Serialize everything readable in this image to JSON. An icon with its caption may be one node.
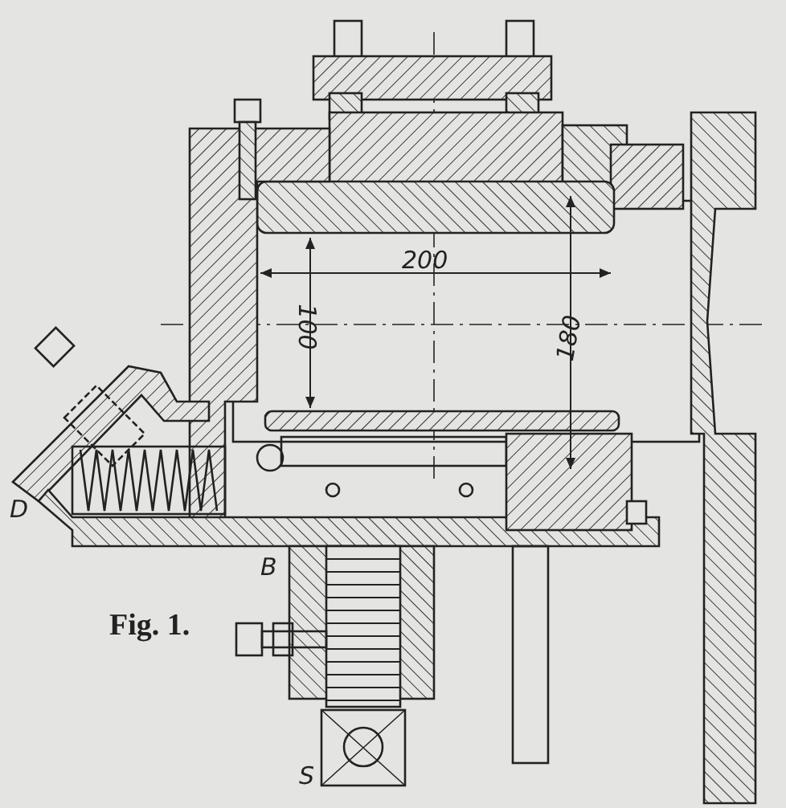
{
  "diagram": {
    "caption": "Fig. 1.",
    "labels": [
      "200",
      "100",
      "180",
      "D",
      "B",
      "S"
    ]
  }
}
